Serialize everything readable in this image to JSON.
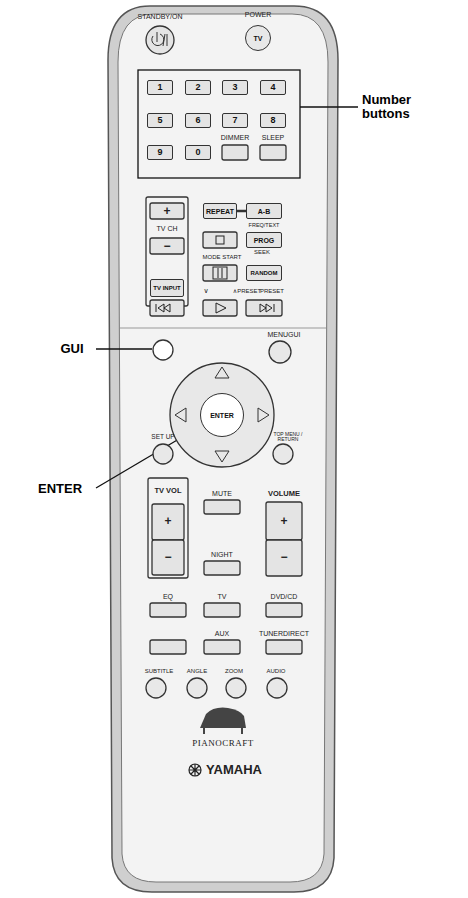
{
  "diagram": {
    "nodes": [
      {
        "text": [
          "1"
        ]
      },
      {
        "text": [
          "2"
        ]
      },
      {
        "text": [
          "3"
        ]
      },
      {
        "text": [
          "4"
        ]
      },
      {
        "text": [
          "5"
        ]
      },
      {
        "text": [
          "6"
        ]
      },
      {
        "text": [
          "7"
        ]
      },
      {
        "text": [
          "8"
        ]
      },
      {
        "text": [
          "9"
        ]
      },
      {
        "text": [
          "0"
        ]
      },
      {
        "text": [
          "TV"
        ]
      },
      {
        "text": [
          "REPEAT"
        ]
      },
      {
        "text": [
          "A-B"
        ]
      },
      {
        "text": [
          "PROG"
        ]
      },
      {
        "text": [
          "TV INPUT"
        ]
      },
      {
        "text": [
          "RANDOM"
        ]
      },
      {
        "text": [
          "ENTER"
        ]
      }
    ],
    "edges": [
      {
        "from": 11,
        "to": 12,
        "arrow": "none"
      }
    ],
    "labels": [
      "STANDBY/ON",
      "POWER",
      "Number buttons",
      "DIMMER",
      "SLEEP",
      "+",
      "TV CH",
      "−",
      "FREQ/TEXT",
      "MODE START",
      "SEEK",
      "∨",
      "∧PRESET",
      "PRESET",
      "GUI",
      "MENUGUI",
      "ENTER",
      "SET UP",
      "TOP MENU / RETURN",
      "TV VOL",
      "+",
      "−",
      "MUTE",
      "NIGHT",
      "VOLUME",
      "+",
      "−",
      "EQ",
      "TV",
      "DVD/CD",
      "AUX",
      "TUNERDIRECT",
      "SUBTITLE",
      "ANGLE",
      "ZOOM",
      "AUDIO",
      "PIANOCRAFT",
      "YAMAHA"
    ]
  }
}
